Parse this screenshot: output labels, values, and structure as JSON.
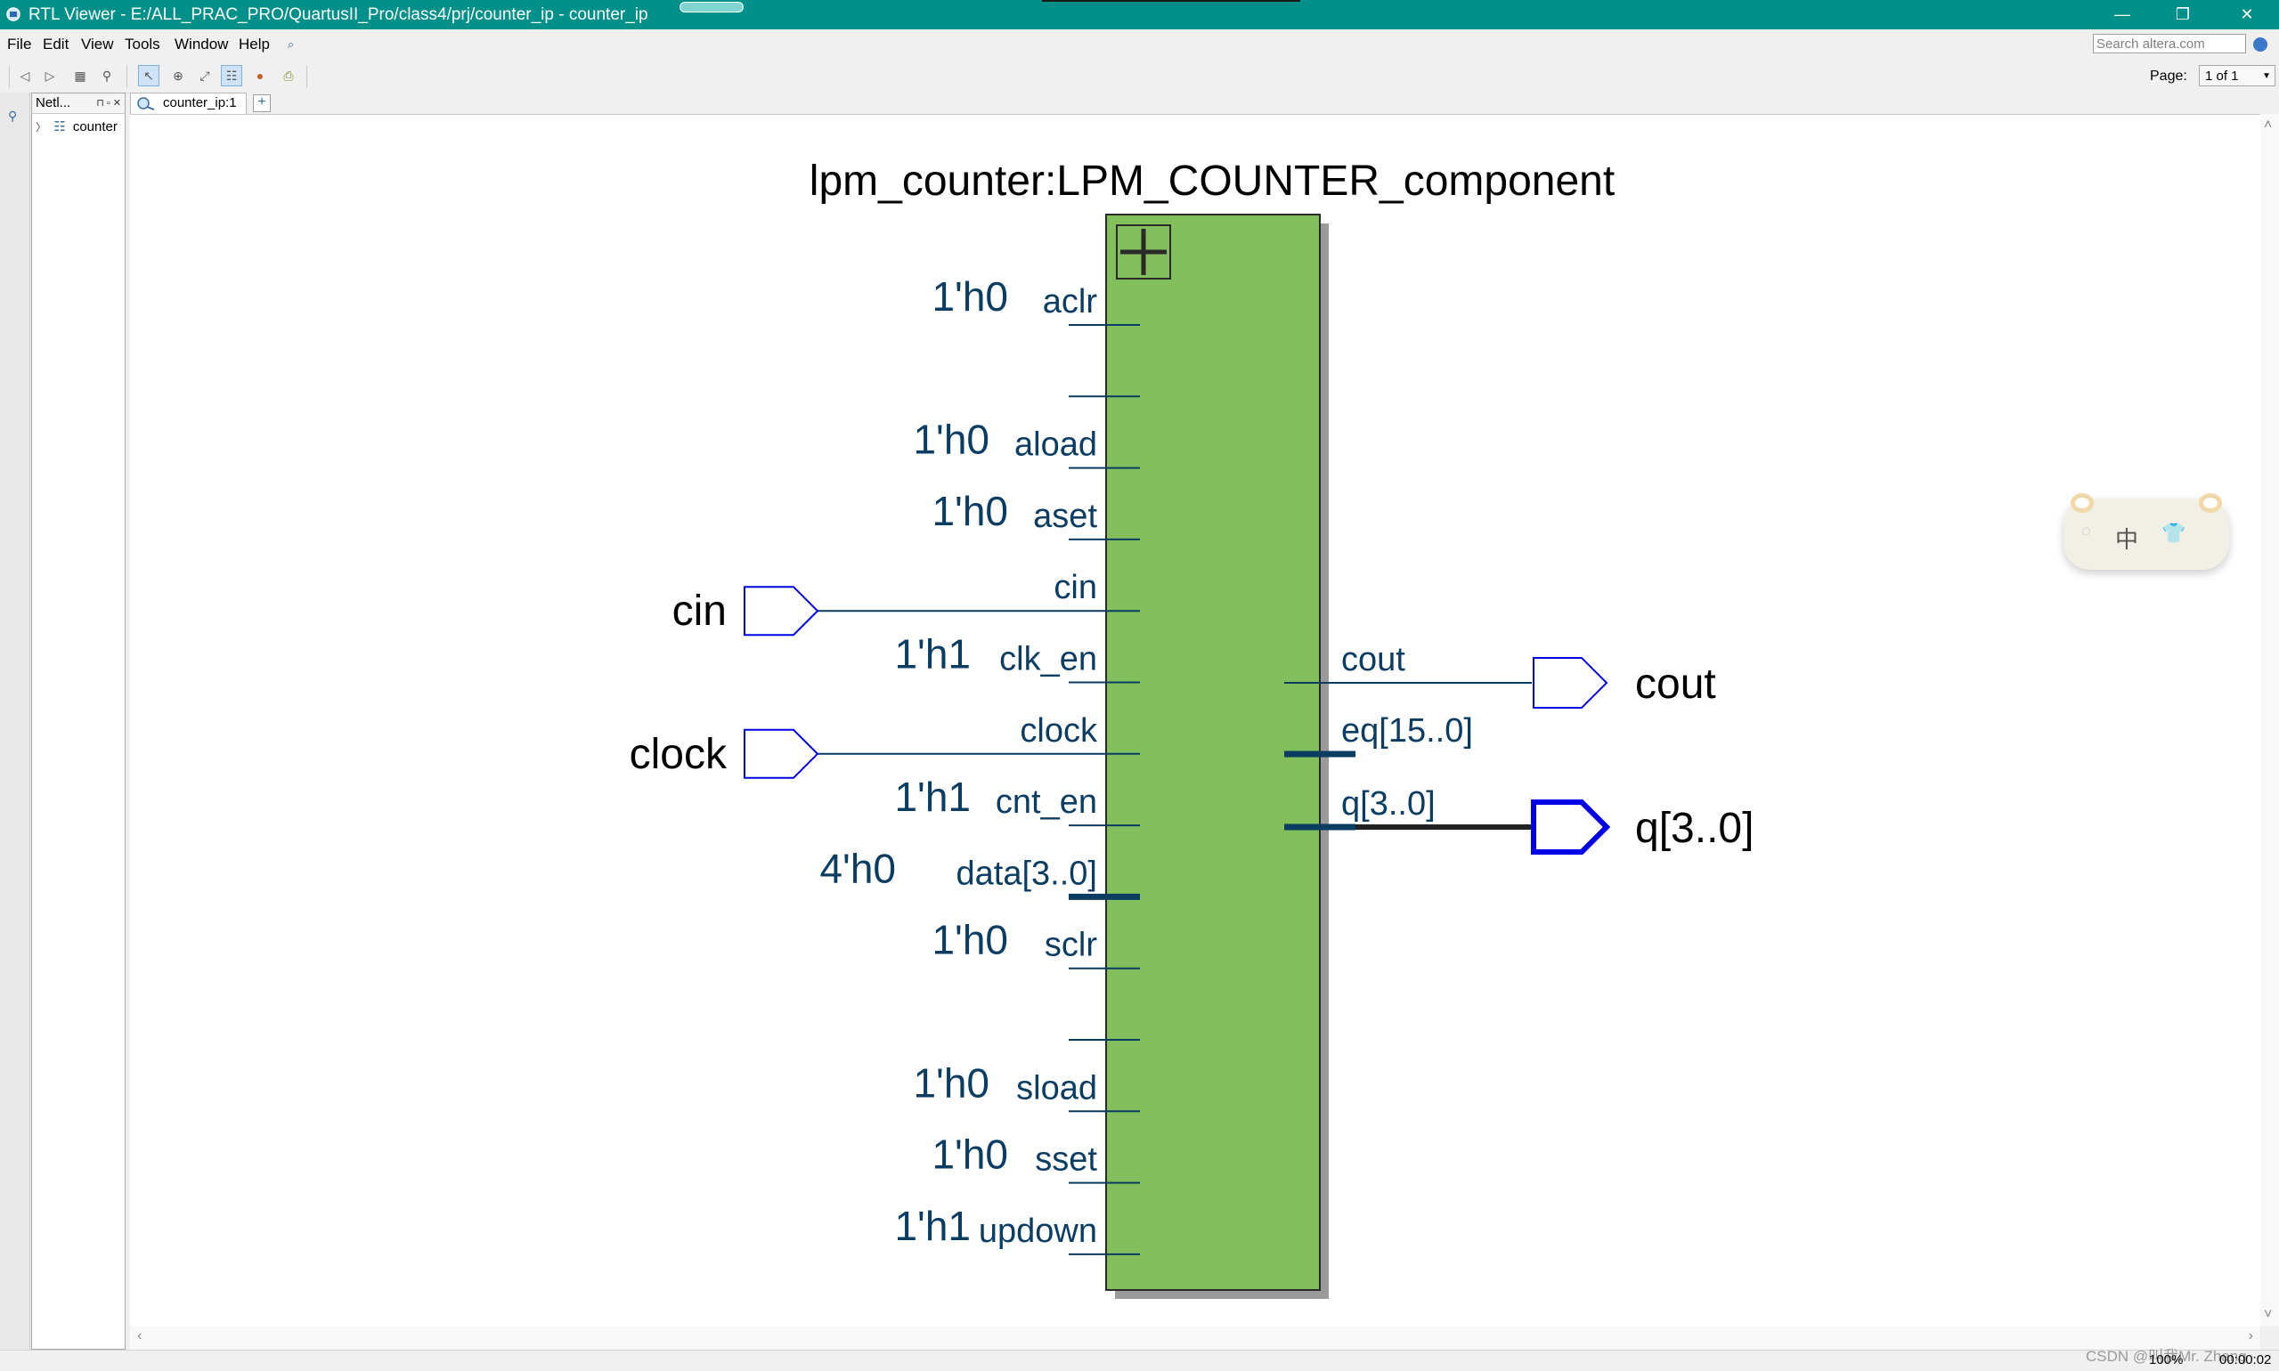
{
  "window": {
    "title": "RTL Viewer - E:/ALL_PRAC_PRO/QuartusII_Pro/class4/prj/counter_ip - counter_ip",
    "controls": {
      "minimize": "—",
      "restore": "❐",
      "close": "✕"
    }
  },
  "menu": {
    "items": [
      "File",
      "Edit",
      "View",
      "Tools",
      "Window",
      "Help"
    ],
    "search_placeholder": "Search altera.com"
  },
  "toolbar": {
    "icons": [
      "back-icon",
      "forward-icon",
      "netlist-view-icon",
      "find-icon",
      "select-tool-icon",
      "zoom-tool-icon",
      "fit-window-icon",
      "hierarchy-icon",
      "color-icon",
      "print-icon"
    ],
    "page_label": "Page:",
    "page_value": "1 of 1"
  },
  "netlist_panel": {
    "title": "Netl...",
    "tree": [
      {
        "label": "counter",
        "expanded": false
      }
    ]
  },
  "tabs": [
    {
      "label": "counter_ip:1",
      "active": true
    }
  ],
  "schematic": {
    "instance_title": "lpm_counter:LPM_COUNTER_component",
    "block_color": "#83bf5c",
    "wire_color": "#0b3d63",
    "pin_color": "#0000e6",
    "input_ports": [
      {
        "name": "aclr",
        "const": "1'h0",
        "bus": false
      },
      {
        "name": "",
        "const": "",
        "bus": false
      },
      {
        "name": "aload",
        "const": "1'h0",
        "bus": false
      },
      {
        "name": "aset",
        "const": "1'h0",
        "bus": false
      },
      {
        "name": "cin",
        "const": "",
        "bus": false,
        "pin": "cin"
      },
      {
        "name": "clk_en",
        "const": "1'h1",
        "bus": false
      },
      {
        "name": "clock",
        "const": "",
        "bus": false,
        "pin": "clock"
      },
      {
        "name": "cnt_en",
        "const": "1'h1",
        "bus": false
      },
      {
        "name": "data[3..0]",
        "const": "4'h0",
        "bus": true
      },
      {
        "name": "sclr",
        "const": "1'h0",
        "bus": false
      },
      {
        "name": "",
        "const": "",
        "bus": false
      },
      {
        "name": "sload",
        "const": "1'h0",
        "bus": false
      },
      {
        "name": "sset",
        "const": "1'h0",
        "bus": false
      },
      {
        "name": "updown",
        "const": "1'h1",
        "bus": false
      }
    ],
    "output_ports": [
      {
        "name": "cout",
        "bus": false,
        "pin": "cout"
      },
      {
        "name": "eq[15..0]",
        "bus": true,
        "pin": ""
      },
      {
        "name": "q[3..0]",
        "bus": true,
        "pin": "q[3..0]"
      }
    ]
  },
  "ime_widget": {
    "glyphs": [
      "中",
      "👕"
    ]
  },
  "status": {
    "zoom": "100%",
    "time": "00:00:02",
    "watermark": "CSDN @叫我Mr. Zhang"
  }
}
